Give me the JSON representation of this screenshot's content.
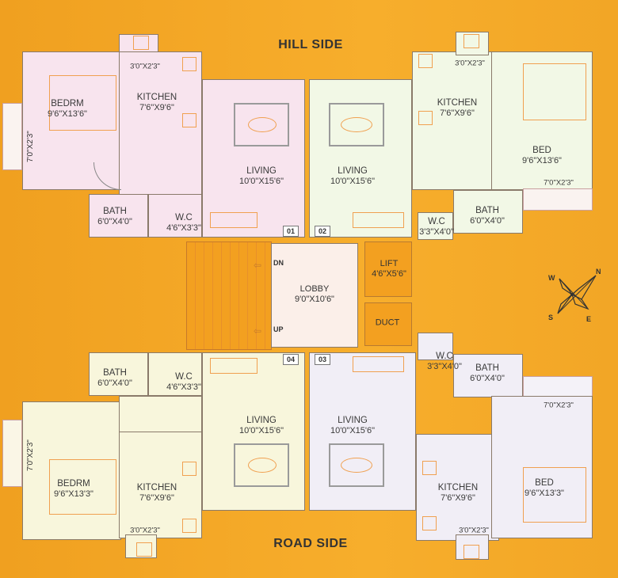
{
  "labels": {
    "top_side": "HILL SIDE",
    "bottom_side": "ROAD SIDE"
  },
  "compass": {
    "n": "N",
    "s": "S",
    "e": "E",
    "w": "W"
  },
  "core": {
    "lobby": {
      "name": "LOBBY",
      "dim": "9'0\"X10'6\""
    },
    "lift": {
      "name": "LIFT",
      "dim": "4'6\"X5'6\""
    },
    "duct": {
      "name": "DUCT"
    },
    "stair_dn": "DN",
    "stair_up": "UP"
  },
  "units": [
    {
      "number": "01",
      "bedroom": {
        "name": "BEDRM",
        "dim": "9'6\"X13'6\""
      },
      "kitchen": {
        "name": "KITCHEN",
        "dim": "7'6\"X9'6\""
      },
      "utility": "3'0\"X2'3\"",
      "living": {
        "name": "LIVING",
        "dim": "10'0\"X15'6\""
      },
      "bath": {
        "name": "BATH",
        "dim": "6'0\"X4'0\""
      },
      "wc": {
        "name": "W.C",
        "dim": "4'6\"X3'3\""
      },
      "balcony": "7'0\"X2'3\""
    },
    {
      "number": "02",
      "bedroom": {
        "name": "BED",
        "dim": "9'6\"X13'6\""
      },
      "kitchen": {
        "name": "KITCHEN",
        "dim": "7'6\"X9'6\""
      },
      "utility": "3'0\"X2'3\"",
      "living": {
        "name": "LIVING",
        "dim": "10'0\"X15'6\""
      },
      "bath": {
        "name": "BATH",
        "dim": "6'0\"X4'0\""
      },
      "wc": {
        "name": "W.C",
        "dim": "3'3\"X4'0\""
      },
      "balcony": "7'0\"X2'3\""
    },
    {
      "number": "03",
      "bedroom": {
        "name": "BED",
        "dim": "9'6\"X13'3\""
      },
      "kitchen": {
        "name": "KITCHEN",
        "dim": "7'6\"X9'6\""
      },
      "utility": "3'0\"X2'3\"",
      "living": {
        "name": "LIVING",
        "dim": "10'0\"X15'6\""
      },
      "bath": {
        "name": "BATH",
        "dim": "6'0\"X4'0\""
      },
      "wc": {
        "name": "W.C",
        "dim": "3'3\"X4'0\""
      },
      "balcony": "7'0\"X2'3\""
    },
    {
      "number": "04",
      "bedroom": {
        "name": "BEDRM",
        "dim": "9'6\"X13'3\""
      },
      "kitchen": {
        "name": "KITCHEN",
        "dim": "7'6\"X9'6\""
      },
      "utility": "3'0\"X2'3\"",
      "living": {
        "name": "LIVING",
        "dim": "10'0\"X15'6\""
      },
      "bath": {
        "name": "BATH",
        "dim": "6'0\"X4'0\""
      },
      "wc": {
        "name": "W.C",
        "dim": "4'6\"X3'3\""
      },
      "balcony": "7'0\"X2'3\""
    }
  ]
}
